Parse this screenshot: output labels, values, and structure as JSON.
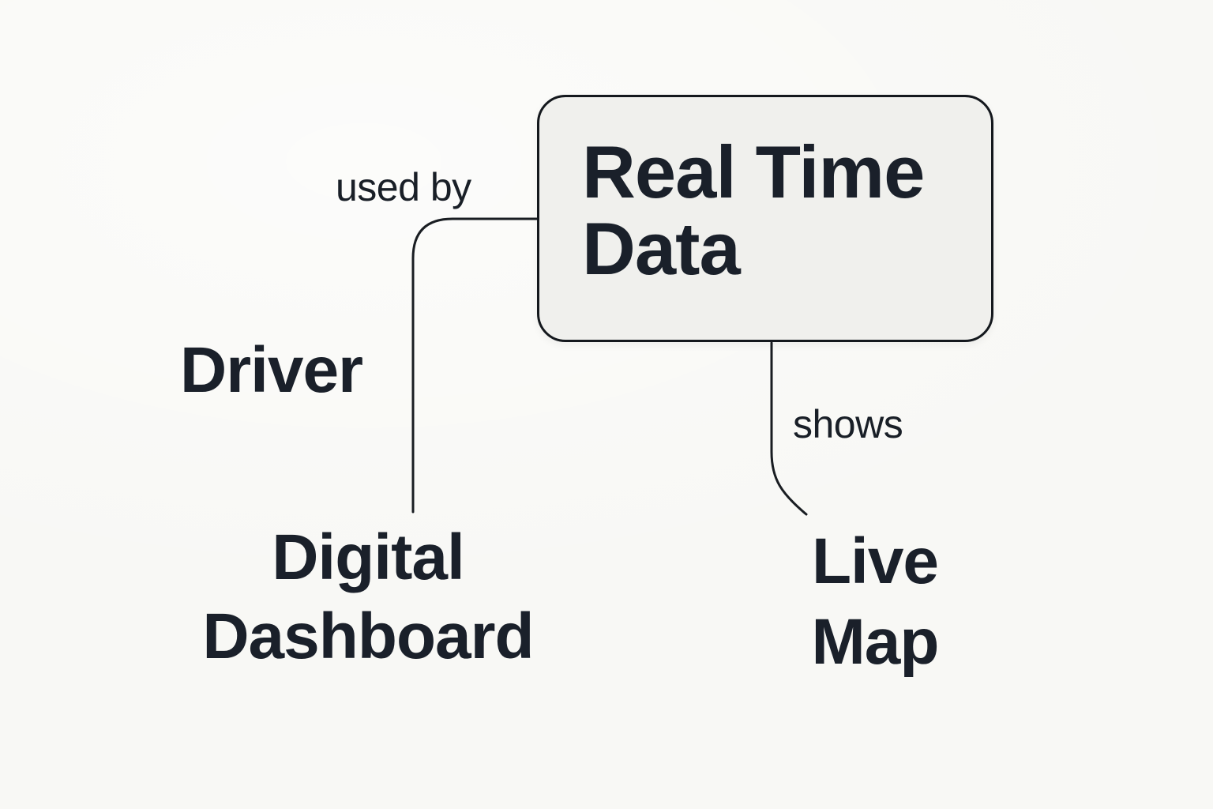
{
  "diagram": {
    "colors": {
      "background": "#f8f8f5",
      "node_fill": "#f0f0ed",
      "ink": "#14181d",
      "text": "#1a202a"
    },
    "nodes": [
      {
        "id": "real-time-data",
        "label": "Real Time Data",
        "type": "box"
      },
      {
        "id": "driver",
        "label": "Driver",
        "type": "text"
      },
      {
        "id": "digital-dashboard",
        "label": "Digital Dashboard",
        "type": "text"
      },
      {
        "id": "live-map",
        "label": "Live Map",
        "type": "text"
      }
    ],
    "edges": [
      {
        "label": "used by",
        "from": "real-time-data",
        "to": "digital-dashboard"
      },
      {
        "label": "shows",
        "from": "real-time-data",
        "to": "live-map"
      }
    ]
  }
}
